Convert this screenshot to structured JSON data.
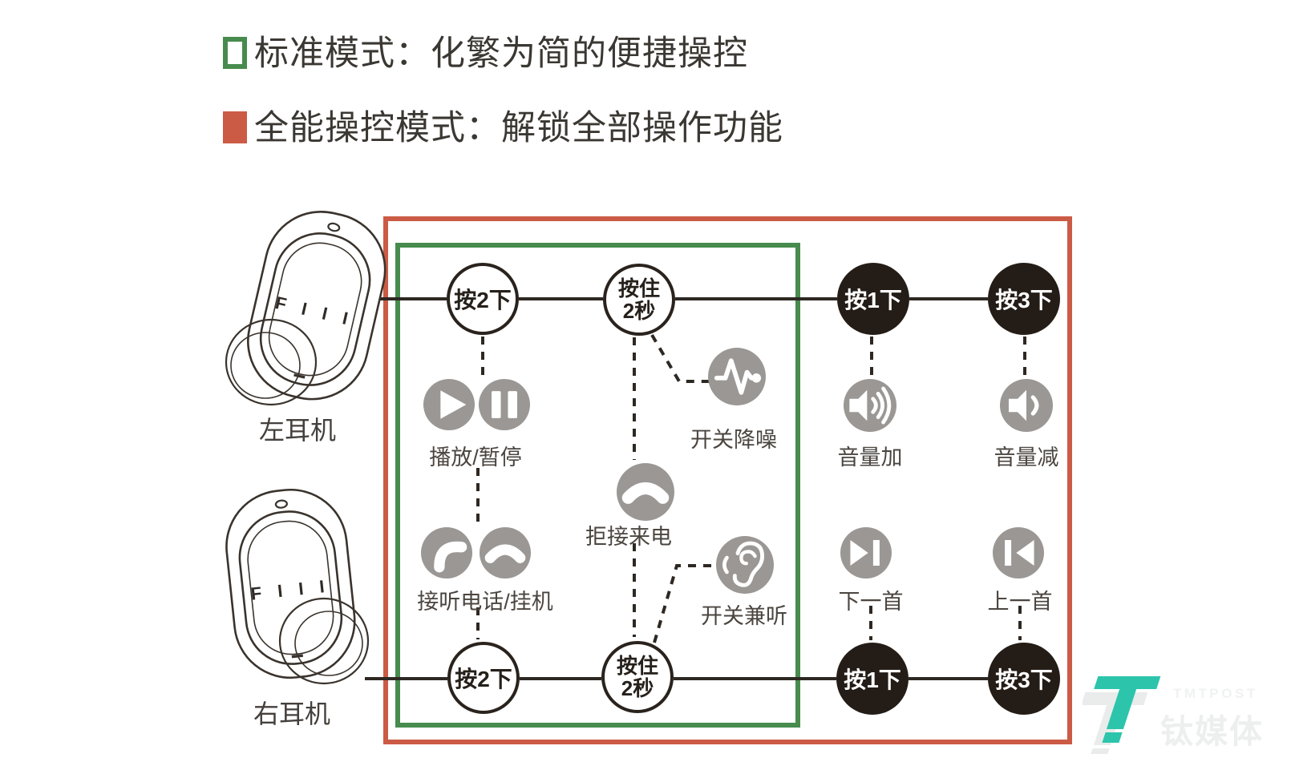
{
  "legend": {
    "standard_label": "标准模式：化繁为简的便捷操控",
    "full_label": "全能操控模式：解锁全部操作功能"
  },
  "colors": {
    "standard_green": "#478B4E",
    "full_red": "#CB5B45",
    "icon_gray": "#9B9794",
    "button_black": "#241C16",
    "line_dark": "#2E2823",
    "label_text": "#4B4540",
    "logo_teal": "#2CC5AC",
    "logo_light": "#E9ECEA"
  },
  "earbuds": {
    "left_label": "左耳机",
    "right_label": "右耳机",
    "brand": "F I I I"
  },
  "buttons": {
    "top": {
      "press2": "按2下",
      "hold_l1": "按住",
      "hold_l2": "2秒",
      "press1": "按1下",
      "press3": "按3下"
    },
    "bottom": {
      "press2": "按2下",
      "hold_l1": "按住",
      "hold_l2": "2秒",
      "press1": "按1下",
      "press3": "按3下"
    }
  },
  "actions": {
    "play_pause": "播放/暂停",
    "noise_cancel": "开关降噪",
    "volume_up": "音量加",
    "volume_down": "音量减",
    "reject_call": "拒接来电",
    "answer_hangup": "接听电话/挂机",
    "ambient_sound": "开关兼听",
    "next_track": "下一首",
    "prev_track": "上一首"
  },
  "icons": {
    "play": "play-icon",
    "pause": "pause-icon",
    "noise_cancel": "waveform-icon",
    "volume_up": "volume-up-icon",
    "volume_down": "volume-down-icon",
    "reject_call": "hangup-phone-icon",
    "answer": "answer-phone-icon",
    "hangup": "hangup-phone-icon",
    "ambient_sound": "ear-icon",
    "next_track": "next-track-icon",
    "prev_track": "previous-track-icon"
  },
  "watermark": {
    "name": "TMTPOST",
    "name_cn": "钛媒体"
  }
}
